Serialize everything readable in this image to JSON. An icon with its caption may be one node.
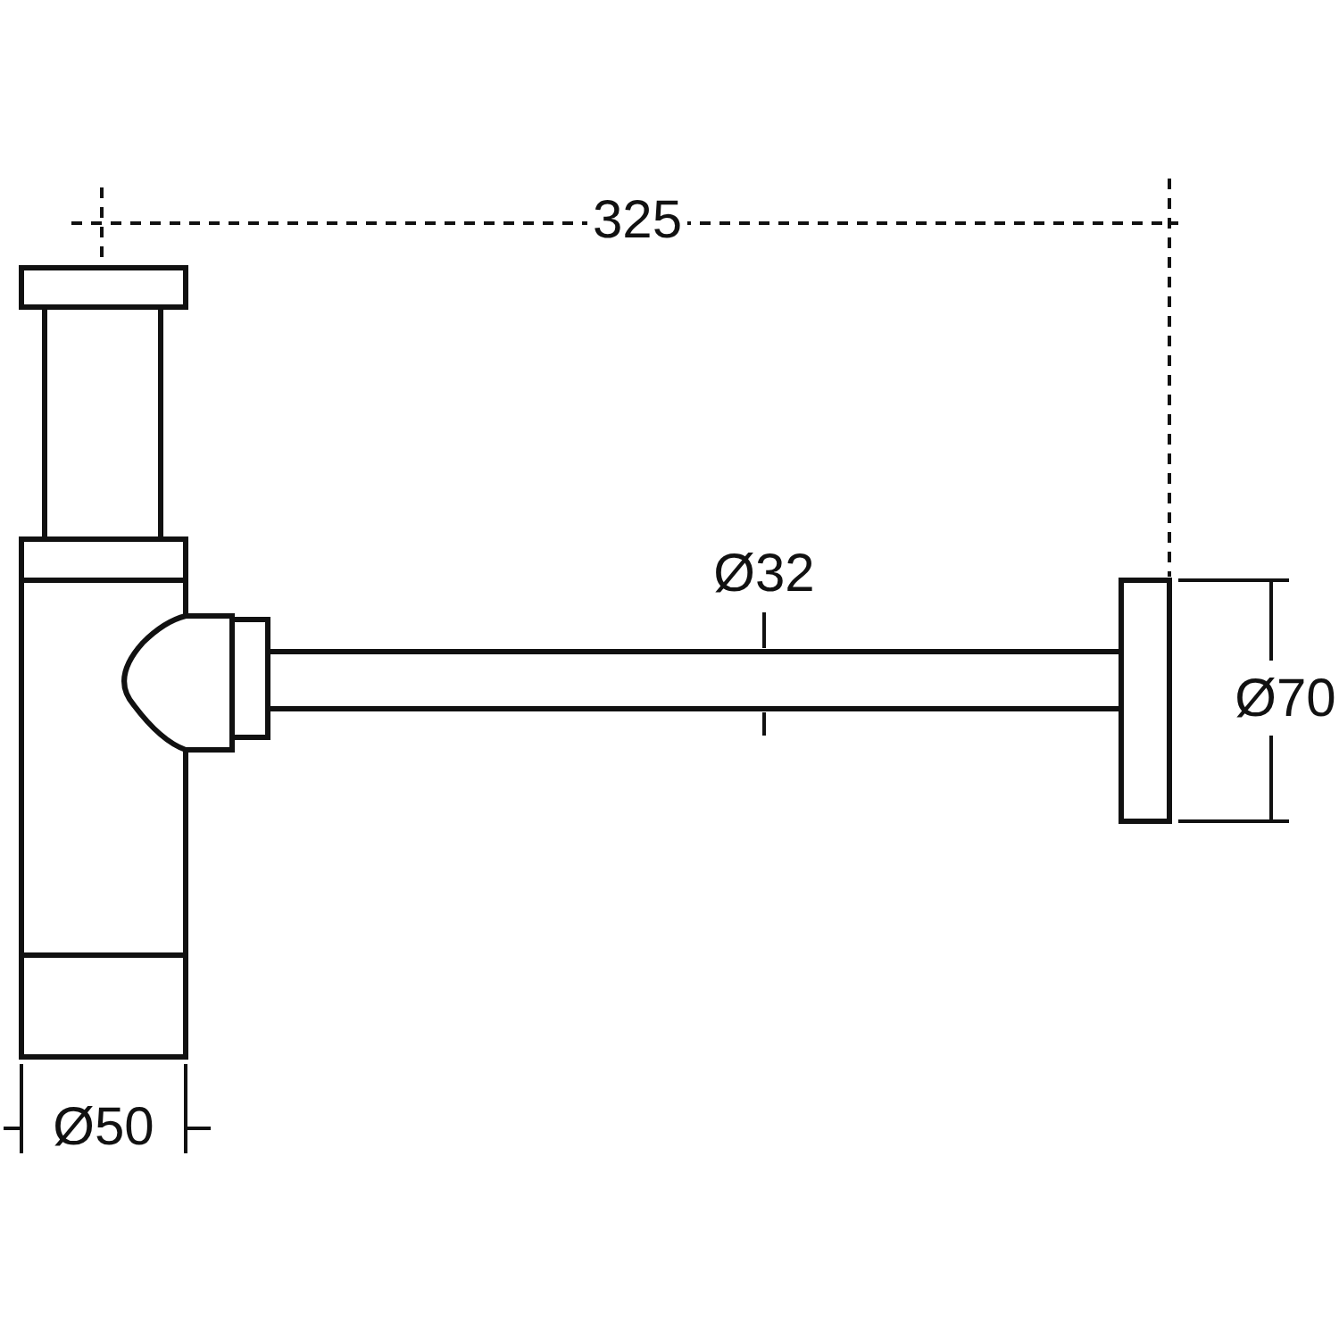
{
  "diagram": {
    "labels": [
      "325",
      "Ø32",
      "Ø70",
      "Ø50"
    ]
  }
}
